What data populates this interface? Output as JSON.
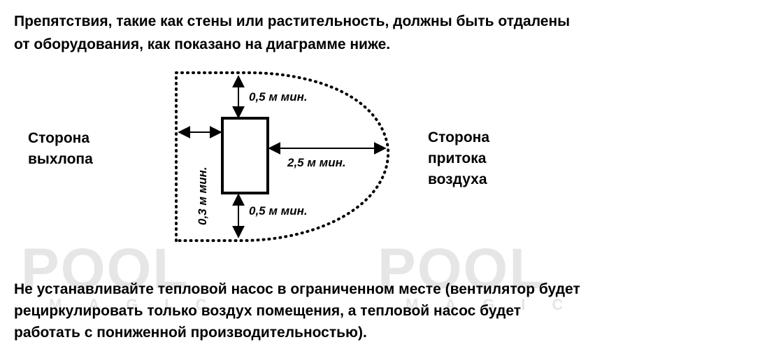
{
  "intro": {
    "line1": "Препятствия, такие как стены или растительность, должны быть отдалены",
    "line2": "от оборудования, как показано на диаграмме ниже."
  },
  "diagram": {
    "left_side": [
      "Сторона",
      "выхлопа"
    ],
    "right_side": [
      "Сторона",
      "притока",
      "воздуха"
    ],
    "top_clearance": "0,5 м мин.",
    "bottom_clearance": "0,5 м мин.",
    "front_clearance": "2,5 м мин.",
    "back_clearance": "0,3 м мин."
  },
  "watermark": {
    "big": "POOL",
    "small": "MAGIC"
  },
  "warning": {
    "line1": "Не устанавливайте тепловой насос в ограниченном месте (вентилятор будет",
    "line2": "рециркулировать только воздух помещения, а тепловой насос будет",
    "line3": "работать с пониженной  производительностью)."
  }
}
